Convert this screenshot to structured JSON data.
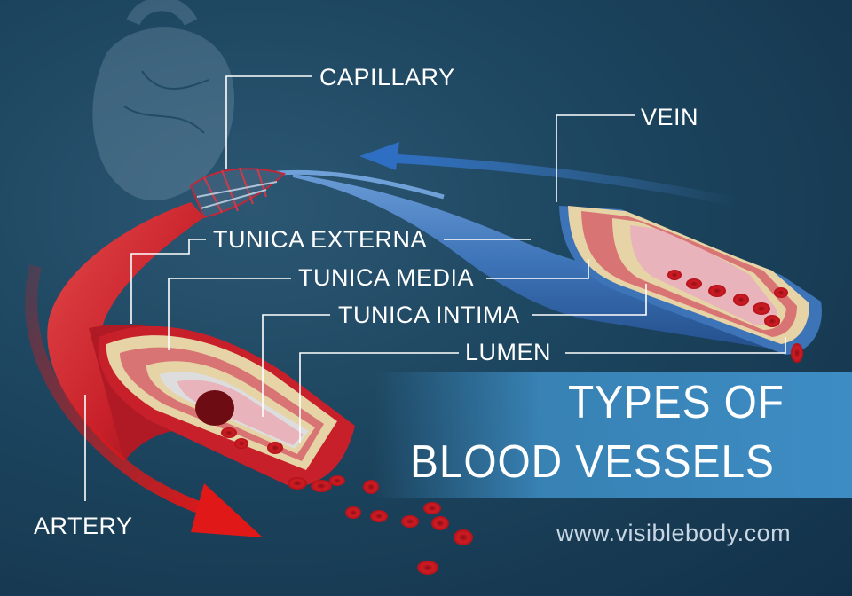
{
  "labels": {
    "capillary": "CAPILLARY",
    "vein": "VEIN",
    "tunica_externa": "TUNICA EXTERNA",
    "tunica_media": "TUNICA MEDIA",
    "tunica_intima": "TUNICA INTIMA",
    "lumen": "LUMEN",
    "artery": "ARTERY"
  },
  "title": {
    "line1": "TYPES OF",
    "line2": "BLOOD VESSELS"
  },
  "website": "www.visiblebody.com",
  "colors": {
    "background": "#1d4660",
    "title_band": "#3d8dc4",
    "artery": "#c8202a",
    "vein": "#3d74b8",
    "tunica_externa": "#e6d3a6",
    "tunica_media": "#d97474",
    "tunica_intima": "#e9b3bc",
    "blood_cell": "#c9151f"
  }
}
